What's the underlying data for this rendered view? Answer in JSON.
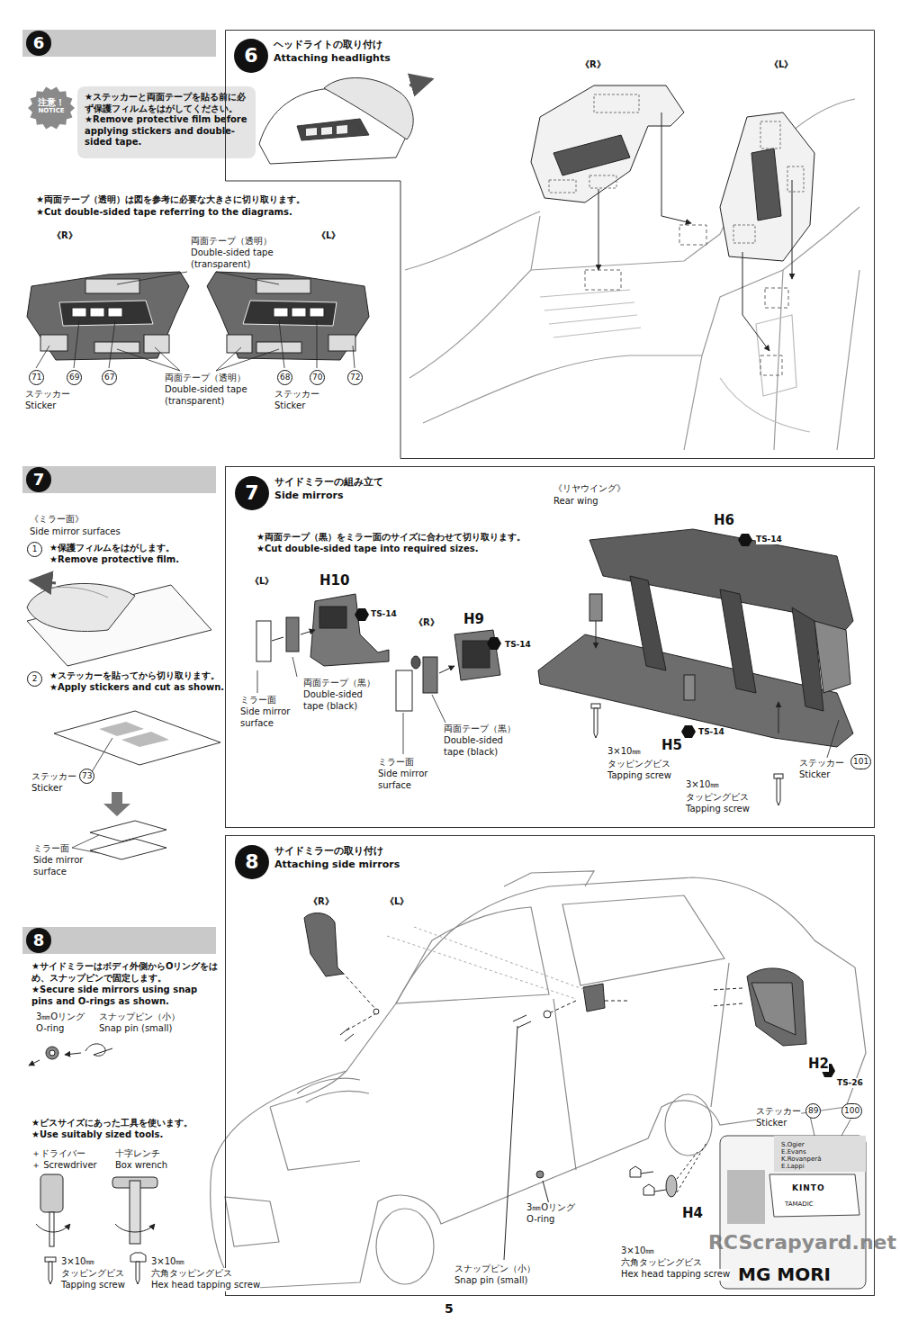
{
  "diagram": {
    "nodes": [
      {
        "text": [
          "6"
        ]
      },
      {
        "text": [
          "注意！",
          "NOTICE"
        ]
      },
      {
        "text": [
          "★ステッカーと両面テープを貼る前に必ず保護フィルムをはがしてください。",
          "★Remove protective film before applying stickers and double-sided tape."
        ]
      },
      {
        "text": [
          "ヘッドライトの取り付け",
          "Attaching headlights"
        ]
      },
      {
        "text": [
          "6"
        ],
        "in": 3
      },
      {
        "text": [
          "7"
        ]
      },
      {
        "text": [
          "サイドミラーの組み立て",
          "Side mirrors"
        ]
      },
      {
        "text": [
          "7"
        ],
        "in": 6
      },
      {
        "text": [
          "8"
        ]
      },
      {
        "text": [
          "サイドミラーの取り付け",
          "Attaching side mirrors"
        ]
      },
      {
        "text": [
          "8"
        ],
        "in": 9
      }
    ],
    "labels": [
      "★両面テープ（透明）は図を参考に必要な大きさに切り取ります。",
      "★Cut double-sided tape referring to the diagrams.",
      "《R》",
      "《L》",
      "両面テープ（透明）",
      "Double-sided tape (transparent)",
      "71",
      "69",
      "67",
      "両面テープ（透明）",
      "Double-sided tape (transparent)",
      "68",
      "70",
      "72",
      "ステッカー",
      "Sticker",
      "ステッカー",
      "Sticker",
      "《R》",
      "《L》",
      "《ミラー面》",
      "Side mirror surfaces",
      "1",
      "★保護フィルムをはがします。",
      "★Remove protective film.",
      "2",
      "★ステッカーを貼ってから切り取ります。",
      "★Apply stickers and cut as shown.",
      "ステッカー",
      "73",
      "Sticker",
      "ミラー面",
      "Side mirror surface",
      "★両面テープ（黒）をミラー面のサイズに合わせて切り取ります。",
      "★Cut double-sided tape into required sizes.",
      "《L》",
      "H10",
      "TS-14",
      "ミラー面",
      "Side mirror surface",
      "両面テープ（黒）",
      "Double-sided tape (black)",
      "《R》",
      "H9",
      "TS-14",
      "両面テープ（黒）",
      "Double-sided tape (black)",
      "ミラー面",
      "Side mirror surface",
      "《リヤウイング》",
      "Rear wing",
      "H6",
      "TS-14",
      "H5",
      "TS-14",
      "3×10㎜",
      "タッピングビス",
      "Tapping screw",
      "ステッカー",
      "101",
      "Sticker",
      "3×10㎜",
      "タッピングビス",
      "Tapping screw",
      "★サイドミラーはボディ外側からOリングをはめ、スナップピンで固定します。",
      "★Secure side mirrors using snap pins and O-rings as shown.",
      "3㎜Oリング",
      "O-ring",
      "スナップピン（小）",
      "Snap pin (small)",
      "★ビスサイズにあった工具を使います。",
      "★Use suitably sized tools.",
      "＋ドライバー",
      "＋ Screwdriver",
      "十字レンチ",
      "Box wrench",
      "3×10㎜",
      "タッピングビス",
      "Tapping screw",
      "3×10㎜",
      "六角タッピングビス",
      "Hex head tapping screw",
      "《R》",
      "《L》",
      "H2",
      "TS-26",
      "ステッカー",
      "89",
      "Sticker",
      "100",
      "S.Ogier",
      "E.Evans",
      "K.Rovanperä",
      "E.Lappi",
      "KINTO",
      "TAMADIC",
      "MG MORI",
      "3㎜Oリング",
      "O-ring",
      "H4",
      "3×10㎜",
      "六角タッピングビス",
      "Hex head tapping screw",
      "スナップピン（小）",
      "Snap pin (small)",
      "5",
      "RCScrapyard.net"
    ]
  }
}
